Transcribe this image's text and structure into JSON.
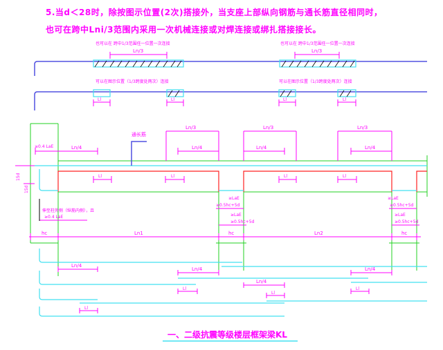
{
  "note": {
    "line1": "5.当d＜28时，除按图示位置(2次)搭接外，当支座上部纵向钢筋与通长筋直径相同时，",
    "line2": "也可在跨中Lni/3范围内采用一次机械连接或对焊连接或绑扎搭接接长。"
  },
  "detail_top": {
    "label_left": "也可以在 跨中1/3范围任一位置一次连接",
    "label_right": "也可以在 跨中1/3范围任一位置一次连接",
    "dim_ln3": "Ln/3",
    "label2_left": "可以在图示位置（1/3跨度处两次）连接",
    "label2_right": "可以在图示位置（1/3跨度处两次）连接",
    "dim_ll": "Ll"
  },
  "main": {
    "rebar_label": "通长筋",
    "dim_ln3": "Ln/3",
    "dim_ln4": "Ln/4",
    "dim_04lae": "≥0.4 LaE",
    "dim_ll": "Ll",
    "dim_lae": "≥LaE",
    "dim_05hc": "≥0.5hc+5d",
    "left_note": "伸至柱外侧（纵筋内侧），且",
    "left_note_dim": "≥0.4 LaE",
    "dim_15d": "15d",
    "dim_hc": "hc",
    "dim_ln1": "Ln1",
    "dim_ln2": "Ln2",
    "side_dim": "15d"
  },
  "title": "一、二级抗震等级楼层框架梁KL",
  "colors": {
    "text": "#ff00ff",
    "beam": "#40e0f0",
    "column": "#20d020",
    "section": "#ff2020",
    "rebar": "#5050e0"
  }
}
